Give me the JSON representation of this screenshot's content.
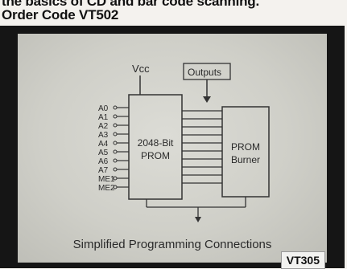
{
  "header": {
    "line1": "the basics of CD and bar code scanning.",
    "line2": "Order Code VT502"
  },
  "diagram": {
    "vcc": "Vcc",
    "outputs": "Outputs",
    "prom_line1": "2048-Bit",
    "prom_line2": "PROM",
    "burner_line1": "PROM",
    "burner_line2": "Burner",
    "pins": [
      "A0",
      "A1",
      "A2",
      "A3",
      "A4",
      "A5",
      "A6",
      "A7",
      "ME1",
      "ME2"
    ],
    "caption": "Simplified Programming Connections",
    "code": "VT305"
  }
}
